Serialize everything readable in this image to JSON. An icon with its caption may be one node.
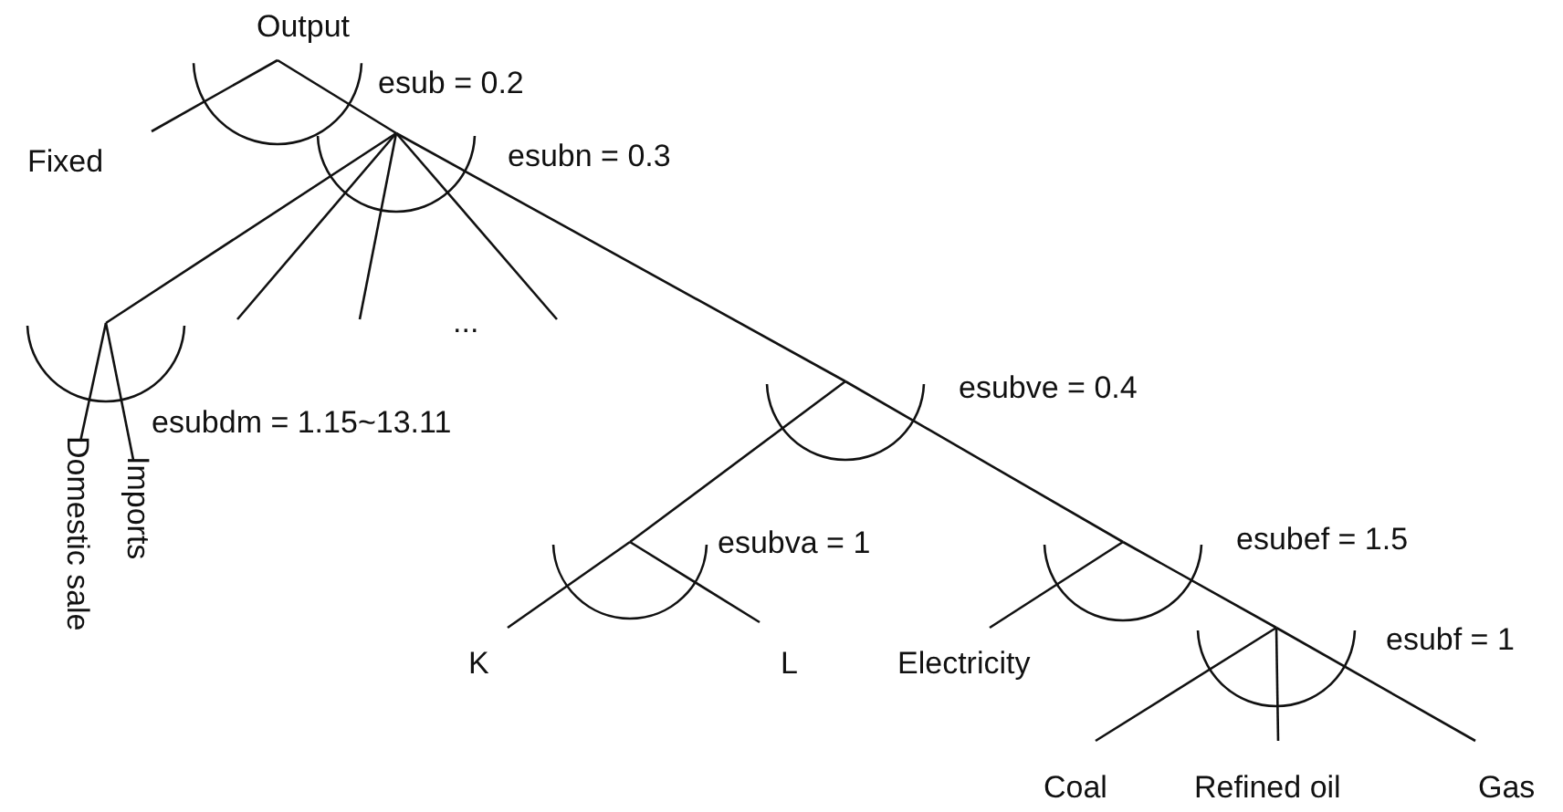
{
  "diagram": {
    "nodes": [
      {
        "text": [
          "Output"
        ],
        "beside": [
          "esub = 0.2"
        ]
      },
      {
        "text": [
          "Fixed"
        ]
      },
      {
        "text": [],
        "shape": "arc",
        "beside": [
          "esubn = 0.3"
        ]
      },
      {
        "text": [],
        "shape": "arc",
        "beside": [
          "esubdm = 1.15~13.11"
        ]
      },
      {
        "text": [
          "Domestic sale"
        ]
      },
      {
        "text": [
          "Imports"
        ]
      },
      {
        "text": [],
        "shape": "arc",
        "beside": [
          "esubve = 0.4"
        ]
      },
      {
        "text": [],
        "shape": "arc",
        "beside": [
          "esubva = 1"
        ]
      },
      {
        "text": [
          "K"
        ]
      },
      {
        "text": [
          "L"
        ]
      },
      {
        "text": [],
        "shape": "arc",
        "beside": [
          "esubef = 1.5"
        ]
      },
      {
        "text": [
          "Electricity"
        ]
      },
      {
        "text": [],
        "shape": "arc",
        "beside": [
          "esubf = 1"
        ]
      },
      {
        "text": [
          "Coal"
        ]
      },
      {
        "text": [
          "Refined oil"
        ]
      },
      {
        "text": [
          "Gas"
        ]
      }
    ],
    "edges": [
      {
        "from": 0,
        "to": 1,
        "arrow": "none"
      },
      {
        "from": 0,
        "to": 2,
        "arrow": "none"
      },
      {
        "from": 2,
        "to": 3,
        "arrow": "none"
      },
      {
        "from": 2,
        "to": null,
        "arrow": "none"
      },
      {
        "from": 2,
        "to": null,
        "arrow": "none"
      },
      {
        "from": 2,
        "to": null,
        "arrow": "none"
      },
      {
        "from": 3,
        "to": 4,
        "arrow": "none"
      },
      {
        "from": 3,
        "to": 5,
        "arrow": "none"
      },
      {
        "from": 2,
        "to": 6,
        "arrow": "none"
      },
      {
        "from": 6,
        "to": 7,
        "arrow": "none"
      },
      {
        "from": 7,
        "to": 8,
        "arrow": "none"
      },
      {
        "from": 7,
        "to": 9,
        "arrow": "none"
      },
      {
        "from": 6,
        "to": 10,
        "arrow": "none"
      },
      {
        "from": 10,
        "to": 11,
        "arrow": "none"
      },
      {
        "from": 10,
        "to": 12,
        "arrow": "none"
      },
      {
        "from": 12,
        "to": 13,
        "arrow": "none"
      },
      {
        "from": 12,
        "to": 14,
        "arrow": "none"
      },
      {
        "from": 12,
        "to": 15,
        "arrow": "none"
      }
    ],
    "labels": [
      "..."
    ]
  }
}
